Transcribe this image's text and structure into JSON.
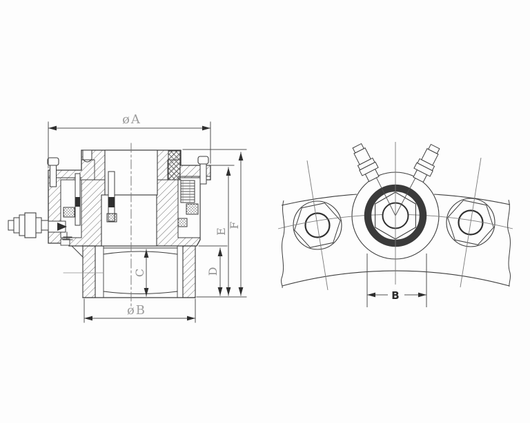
{
  "drawing": {
    "type": "technical-drawing",
    "colors": {
      "background": "#fdfdfd",
      "line": "#3c3c3c",
      "hatch": "#6a6a6a",
      "centerline": "#787878",
      "label_light": "#9d9d9d",
      "label_gray": "#8f8f8f",
      "label_dark": "#2b2b2b",
      "dark_fill": "#3a3a3a"
    },
    "section_view": {
      "labels": {
        "dia_a": "øA",
        "dia_b": "øB",
        "c": "C",
        "d": "D",
        "e": "E",
        "f": "F"
      }
    },
    "face_view": {
      "labels": {
        "b": "B"
      }
    }
  }
}
